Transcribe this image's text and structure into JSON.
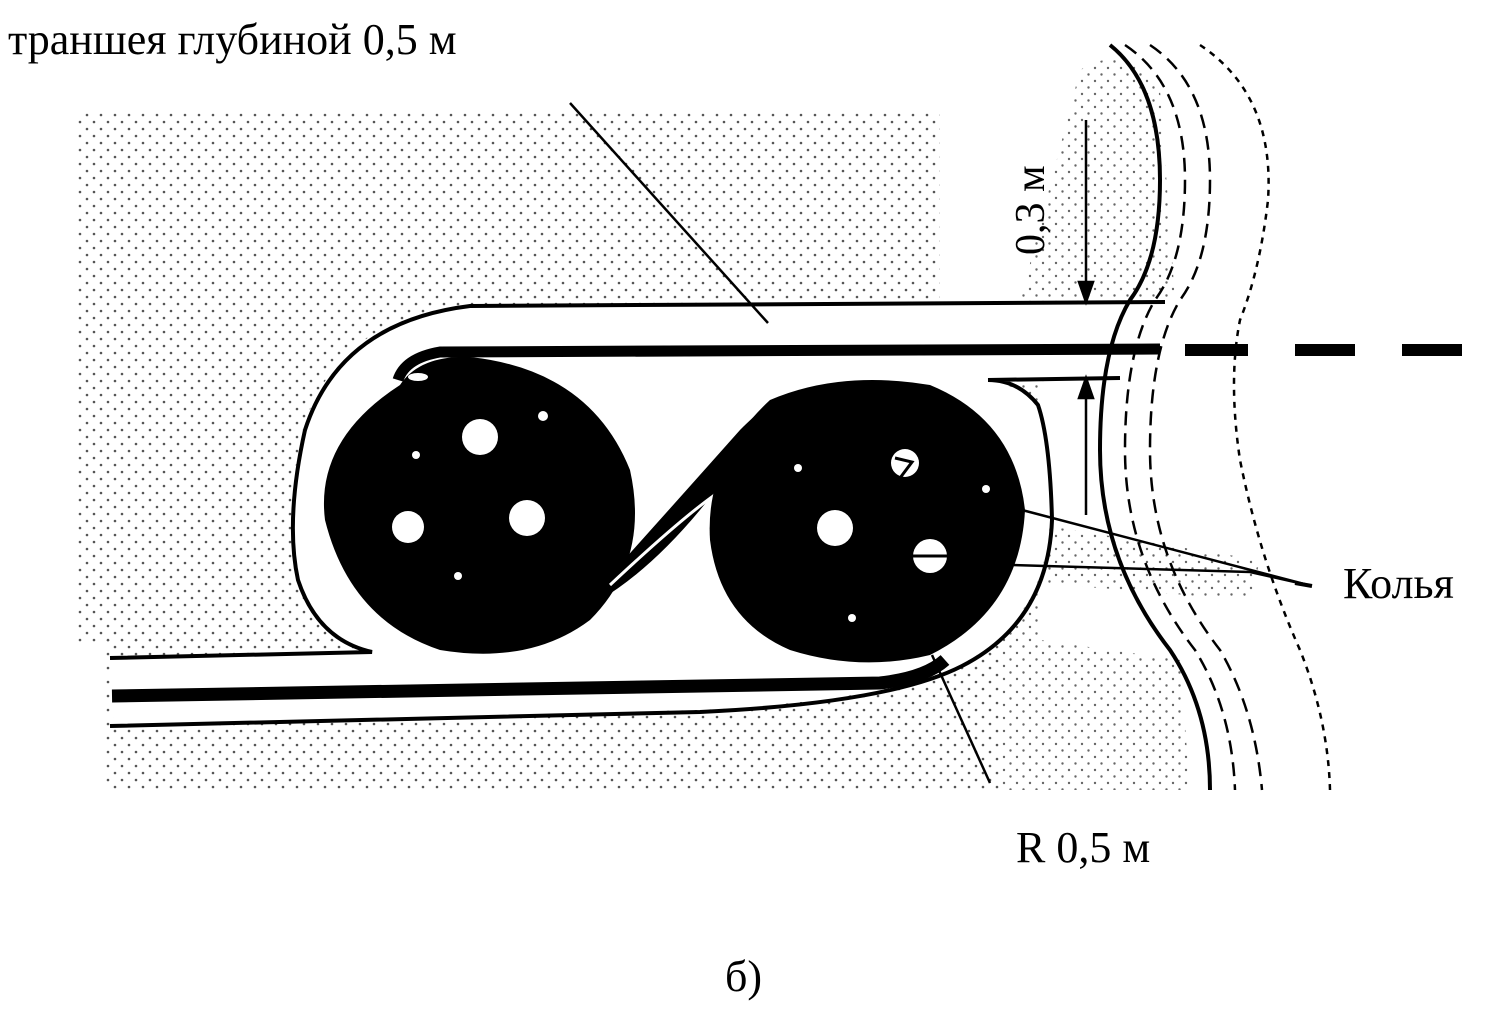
{
  "labels": {
    "trench": "траншея глубиной  0,5 м",
    "gap": "0,3 м",
    "stakes": "Колья",
    "radius": "R 0,5 м",
    "caption": "б)"
  },
  "colors": {
    "ink": "#000000",
    "paper": "#ffffff",
    "stipple": "#555555"
  }
}
